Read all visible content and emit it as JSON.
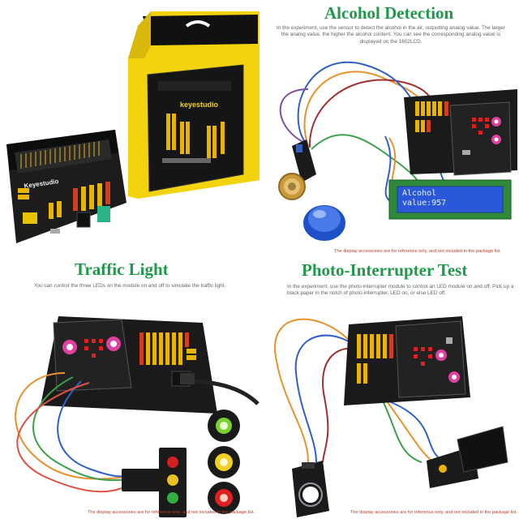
{
  "panels": {
    "package": {
      "board_brand": "Keyestudio",
      "box_brand": "keyestudio"
    },
    "alcohol": {
      "title": "Alcohol Detection",
      "description": "In the experiment, use the sensor to detect the alcohol in the air, outputting analog value. The larger the analog value, the higher the alcohol content. You can see the corresponding analog value is displayed on the 1602LCD.",
      "lcd_line1": "Alcohol",
      "lcd_line2": "value:957",
      "note": "The display accessories are for reference only,  and not included in the package list."
    },
    "traffic": {
      "title": "Traffic Light",
      "description": "You can control the three LEDs on the module on and off to simulate the traffic light.",
      "note": "The display accessories are for reference only,  and not included in the package list."
    },
    "photo": {
      "title": "Photo-Interrupter Test",
      "description": "In the experiment, use the photo-interrupter module to control an LED module on and off. Pick up a black paper in the notch of photo-interrupter, LED on, or else LED off.",
      "note": "The display accessories are for reference only,  and not included in the package list."
    }
  },
  "colors": {
    "title_green": "#1e9a4a",
    "box_yellow": "#f5d90a",
    "pcb_black": "#1a1a1a",
    "pin_yellow": "#e8b400",
    "note_red": "#c0392b",
    "wire_orange": "#e8912d",
    "wire_blue": "#3060c8",
    "wire_green": "#3aa04a",
    "wire_purple": "#8050a0"
  }
}
